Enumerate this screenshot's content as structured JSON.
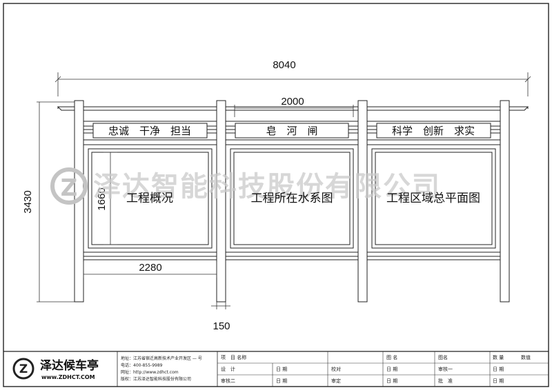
{
  "dimensions": {
    "overall_width": "8040",
    "overall_height": "3430",
    "module_width": "2000",
    "panel_width": "2280",
    "panel_height": "1660",
    "post_width": "150"
  },
  "header_slogans": [
    "忠诚　干净　担当",
    "皂　河　闸",
    "科学　创新　求实"
  ],
  "panel_titles": [
    "工程概况",
    "工程所在水系图",
    "工程区域总平面图"
  ],
  "watermark": "泽达智能科技股份有限公司",
  "brand": {
    "name": "泽达候车亭",
    "url": "www.ZDHCT.COM",
    "contacts": [
      "地址：江苏省宿迁高新技术产业开发区 — 号",
      "电话：400-855-9989",
      "网址：http://www.zdhct.com",
      "版权：江苏泽达智能科技股份有限公司"
    ]
  },
  "title_block": {
    "rows": [
      [
        "项　目 名称",
        "",
        "图 名",
        "图名",
        "数 量",
        "数值"
      ],
      [
        "设　计",
        "日 期",
        "校对",
        "日 期",
        "审核一",
        "日 期"
      ],
      [
        "审核二",
        "日 期",
        "审定",
        "日 期",
        "批　准",
        "日 期"
      ]
    ]
  }
}
